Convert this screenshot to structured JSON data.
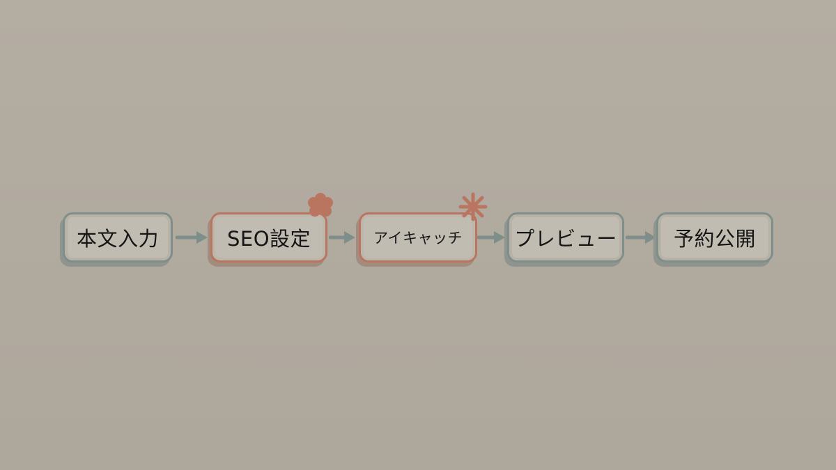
{
  "flow": {
    "steps": [
      {
        "label": "本文入力",
        "accent": false
      },
      {
        "label": "SEO設定",
        "accent": true,
        "badge": "flower-badge-icon"
      },
      {
        "label": "アイキャッチ",
        "accent": true,
        "badge": "asterisk-badge-icon"
      },
      {
        "label": "プレビュー",
        "accent": false
      },
      {
        "label": "予約公開",
        "accent": false
      }
    ]
  },
  "colors": {
    "background": "#b2ab9f",
    "node_fill": "#c1bcb1",
    "node_border": "#7e8f8b",
    "accent_border": "#b9755f",
    "arrow": "#7e8f8b",
    "badge": "#b9755f"
  }
}
